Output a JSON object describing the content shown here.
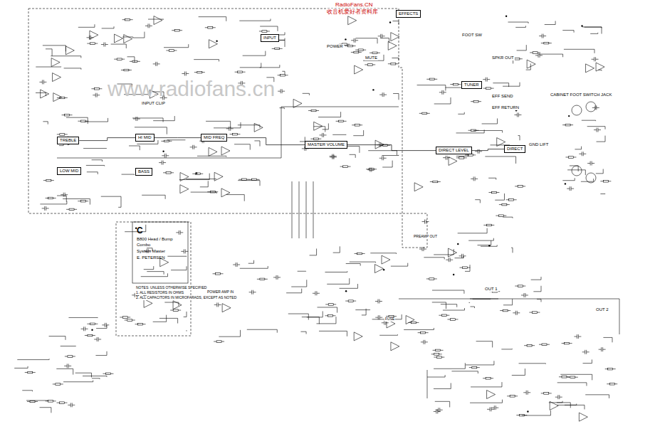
{
  "diagram": {
    "nodes": [
      {
        "text": [
          "C",
          "B800 Head / Bump Combo",
          "System Master",
          "E. PETERSEN"
        ]
      },
      {
        "text": [
          "TREBLE"
        ]
      },
      {
        "text": [
          "LOW MID"
        ]
      },
      {
        "text": [
          "HI MID"
        ]
      },
      {
        "text": [
          "BASS"
        ]
      },
      {
        "text": [
          "MID FREQ"
        ]
      },
      {
        "text": [
          "MASTER VOLUME"
        ]
      },
      {
        "text": [
          "INPUT"
        ]
      },
      {
        "text": [
          "EFFECTS"
        ]
      },
      {
        "text": [
          "TUNER"
        ]
      },
      {
        "text": [
          "DIRECT LEVEL"
        ]
      },
      {
        "text": [
          "DIRECT"
        ]
      }
    ],
    "edges": [
      {
        "from": 1,
        "to": 3,
        "arrow": "none"
      },
      {
        "from": 3,
        "to": 5,
        "arrow": "none"
      },
      {
        "from": 5,
        "to": 6,
        "arrow": "none"
      },
      {
        "from": 6,
        "to": 10,
        "arrow": "none"
      },
      {
        "from": 10,
        "to": 11,
        "arrow": "none"
      }
    ],
    "labels": [
      "RadioFans.CN",
      "收音机爱好者资料库",
      "www.radiofans.cn",
      "NOTES: UNLESS OTHERWISE SPECIFIED",
      "1. ALL RESISTORS IN OHMS",
      "2. ALL CAPACITORS IN MICROFARADS, EXCEPT AS NOTED",
      "POWER",
      "MUTE",
      "FOOT SW",
      "SPKR OUT",
      "CABINET FOOT SWITCH JACK",
      "GND LIFT",
      "EFF RETURN",
      "EFF SEND",
      "PREAMP OUT",
      "POWER AMP IN",
      "INPUT CLIP",
      "FUSE",
      "OUT 1",
      "OUT 2"
    ]
  }
}
